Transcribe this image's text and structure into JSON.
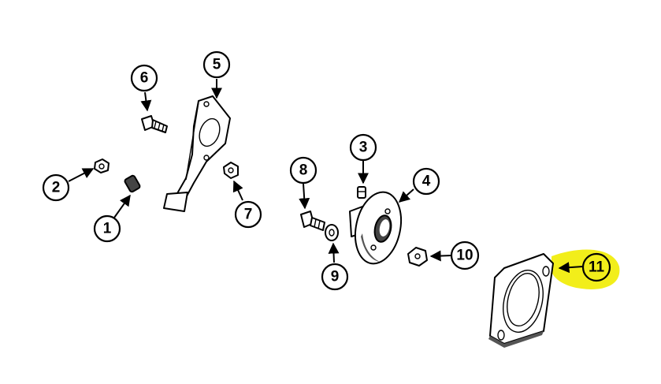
{
  "diagram": {
    "callouts": [
      {
        "id": "callout-1",
        "label": "1"
      },
      {
        "id": "callout-2",
        "label": "2"
      },
      {
        "id": "callout-3",
        "label": "3"
      },
      {
        "id": "callout-4",
        "label": "4"
      },
      {
        "id": "callout-5",
        "label": "5"
      },
      {
        "id": "callout-6",
        "label": "6"
      },
      {
        "id": "callout-7",
        "label": "7"
      },
      {
        "id": "callout-8",
        "label": "8"
      },
      {
        "id": "callout-9",
        "label": "9"
      },
      {
        "id": "callout-10",
        "label": "10"
      },
      {
        "id": "callout-11",
        "label": "11"
      }
    ],
    "highlight_color": "#f2ee1a",
    "line_color": "#000000"
  }
}
